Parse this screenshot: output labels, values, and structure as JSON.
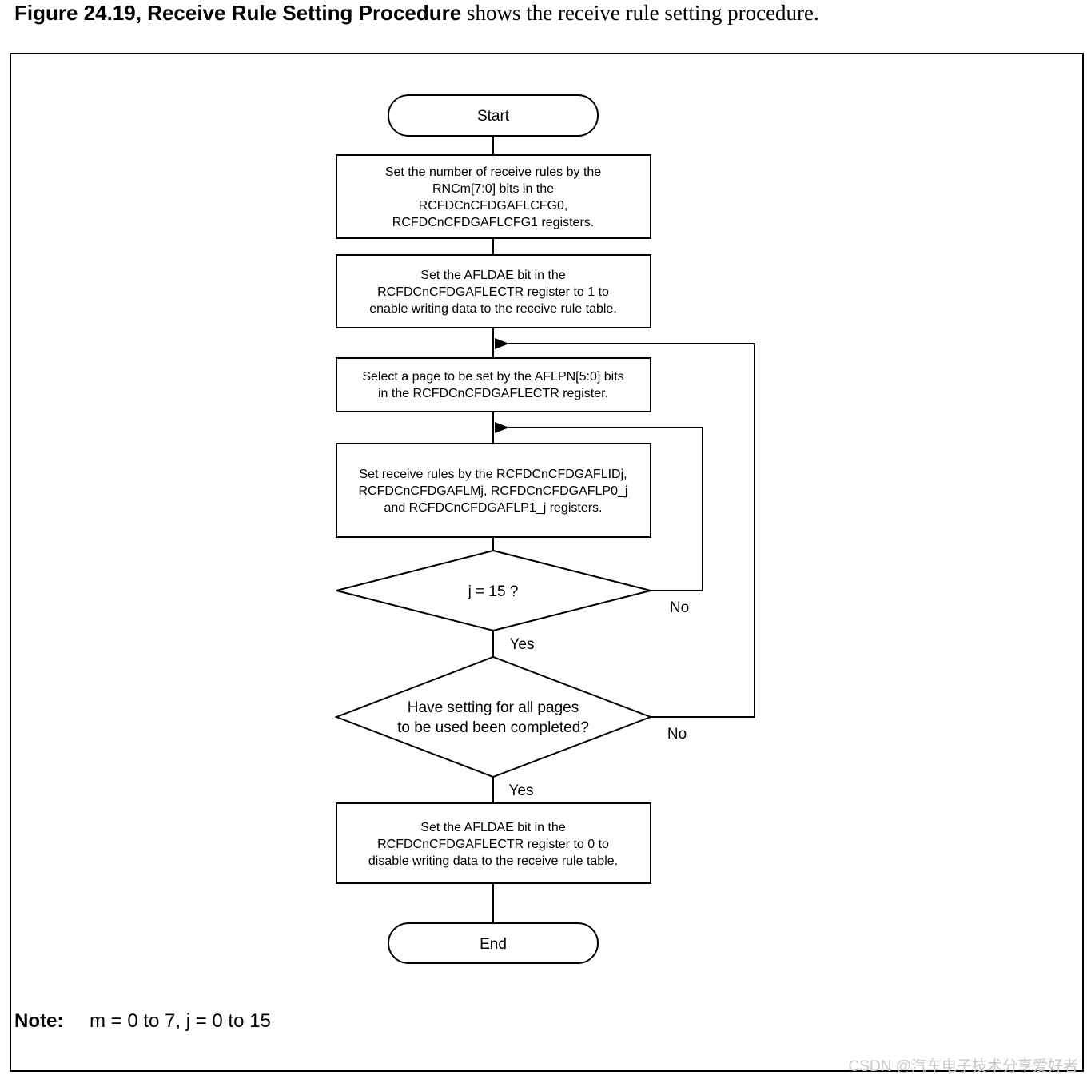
{
  "caption": {
    "ref": "Figure 24.19, Receive Rule Setting Procedure",
    "text": " shows the receive rule setting procedure."
  },
  "flow": {
    "start": "Start",
    "step1": [
      "Set the number of receive rules by the",
      "RNCm[7:0] bits in the",
      "RCFDCnCFDGAFLCFG0,",
      "RCFDCnCFDGAFLCFG1 registers."
    ],
    "step2": [
      "Set the AFLDAE bit in the",
      "RCFDCnCFDGAFLECTR register to 1 to",
      "enable writing data to the receive rule table."
    ],
    "step3": [
      "Select a page to be set by the AFLPN[5:0] bits",
      "in the RCFDCnCFDGAFLECTR register."
    ],
    "step4": [
      "Set receive rules by the RCFDCnCFDGAFLIDj,",
      "RCFDCnCFDGAFLMj, RCFDCnCFDGAFLP0_j",
      "and RCFDCnCFDGAFLP1_j registers."
    ],
    "decision1": "j = 15 ?",
    "decision1_no": "No",
    "decision1_yes": "Yes",
    "decision2": [
      "Have setting for all pages",
      "to be used been completed?"
    ],
    "decision2_no": "No",
    "decision2_yes": "Yes",
    "step5": [
      "Set the AFLDAE bit in the",
      "RCFDCnCFDGAFLECTR register to 0 to",
      "disable writing data to the receive rule table."
    ],
    "end": "End"
  },
  "note": {
    "label": "Note:",
    "text": "m = 0 to 7, j = 0 to 15"
  },
  "watermark": "CSDN @汽车电子技术分享爱好者"
}
